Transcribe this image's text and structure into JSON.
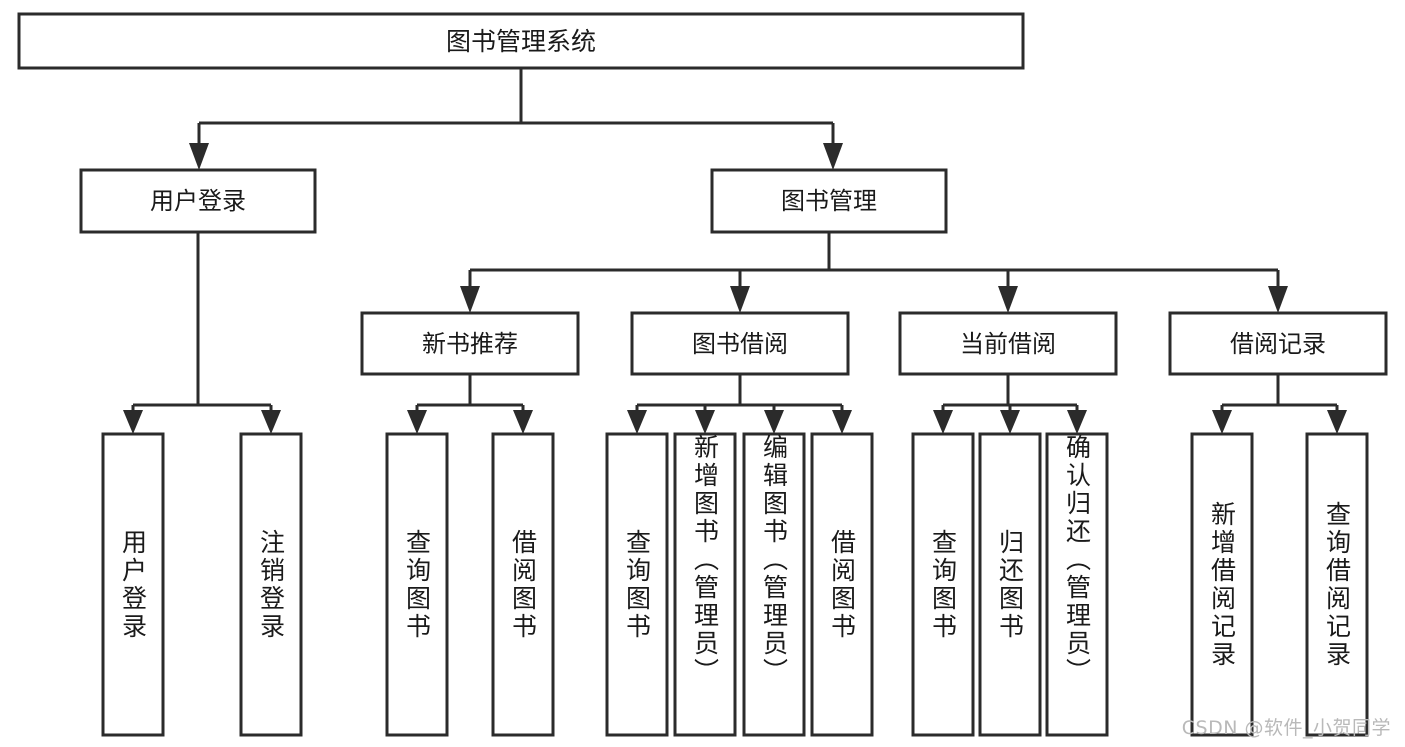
{
  "diagram": {
    "type": "hierarchy-tree",
    "orientation": "top-down",
    "root": {
      "id": "root",
      "label": "图书管理系统"
    },
    "level2": [
      {
        "id": "user-login",
        "label": "用户登录"
      },
      {
        "id": "book-manage",
        "label": "图书管理"
      }
    ],
    "level3": [
      {
        "id": "new-book-recommend",
        "label": "新书推荐",
        "parent": "book-manage"
      },
      {
        "id": "book-borrow",
        "label": "图书借阅",
        "parent": "book-manage"
      },
      {
        "id": "current-borrow",
        "label": "当前借阅",
        "parent": "book-manage"
      },
      {
        "id": "borrow-record",
        "label": "借阅记录",
        "parent": "book-manage"
      }
    ],
    "leaves": {
      "user-login": [
        {
          "id": "leaf-user-login",
          "label": "用户登录"
        },
        {
          "id": "leaf-user-logout",
          "label": "注销登录"
        }
      ],
      "new-book-recommend": [
        {
          "id": "leaf-query-book-1",
          "label": "查询图书"
        },
        {
          "id": "leaf-borrow-book-1",
          "label": "借阅图书"
        }
      ],
      "book-borrow": [
        {
          "id": "leaf-query-book-2",
          "label": "查询图书"
        },
        {
          "id": "leaf-add-book",
          "label": "新增图书（管理员）"
        },
        {
          "id": "leaf-edit-book",
          "label": "编辑图书（管理员）"
        },
        {
          "id": "leaf-borrow-book-2",
          "label": "借阅图书"
        }
      ],
      "current-borrow": [
        {
          "id": "leaf-query-book-3",
          "label": "查询图书"
        },
        {
          "id": "leaf-return-book",
          "label": "归还图书"
        },
        {
          "id": "leaf-confirm-return",
          "label": "确认归还（管理员）"
        }
      ],
      "borrow-record": [
        {
          "id": "leaf-add-record",
          "label": "新增借阅记录"
        },
        {
          "id": "leaf-query-record",
          "label": "查询借阅记录"
        }
      ]
    }
  },
  "watermark": {
    "text": "CSDN @软件_小贺同学"
  },
  "colors": {
    "box_stroke": "#2b2b2b",
    "box_fill": "#ffffff",
    "text": "#1a1a1a",
    "connector": "#2b2b2b",
    "watermark": "#b9b9b9",
    "background": "#ffffff"
  }
}
